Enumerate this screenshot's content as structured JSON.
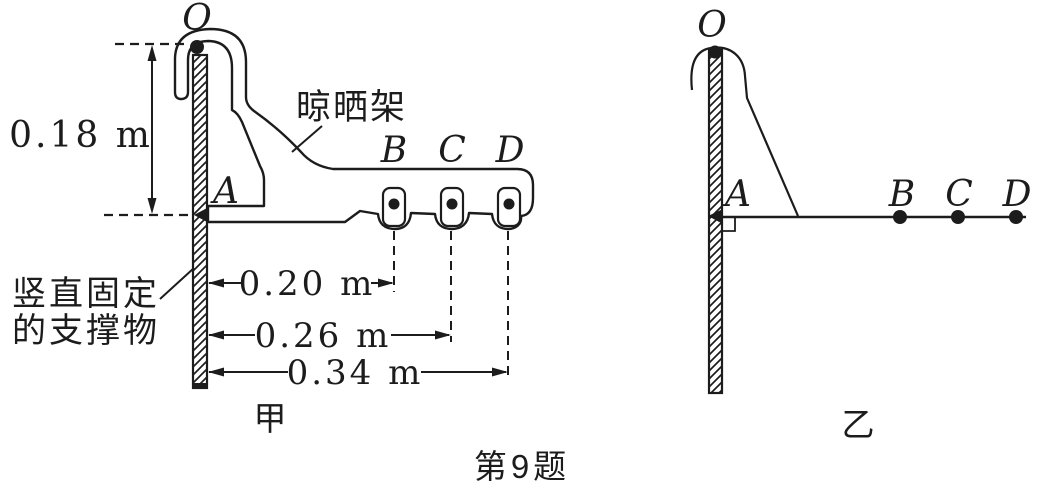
{
  "figure": {
    "caption": "第9题",
    "colors": {
      "ink": "#1c1c1c",
      "paper": "#ffffff"
    },
    "points": {
      "O": "O",
      "A": "A",
      "B": "B",
      "C": "C",
      "D": "D"
    },
    "left_panel": {
      "name_label": "甲",
      "rack_label": "晾晒架",
      "support_label_line1": "竖直固定",
      "support_label_line2": "的支撑物",
      "dim_oa": "0.18 m",
      "dim_ab": "0.20 m",
      "dim_ac": "0.26 m",
      "dim_ad": "0.34 m"
    },
    "right_panel": {
      "name_label": "乙"
    }
  }
}
